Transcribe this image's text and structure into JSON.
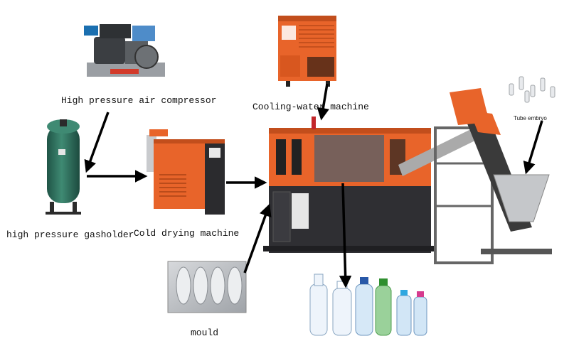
{
  "labels": {
    "air_compressor": "High pressure air compressor",
    "cooling_water": "Cooling-water machine",
    "tube_embryo": "Tube embryo",
    "gasholder": "high pressure gasholder",
    "cold_drying": "Cold drying machine",
    "mould": "mould"
  },
  "colors": {
    "orange": "#e8642a",
    "dark_orange": "#c24e1c",
    "machine_base": "#2f2f33",
    "tank_green": "#2f6f5d",
    "steel": "#b7b9bd",
    "arrow": "#000000"
  }
}
